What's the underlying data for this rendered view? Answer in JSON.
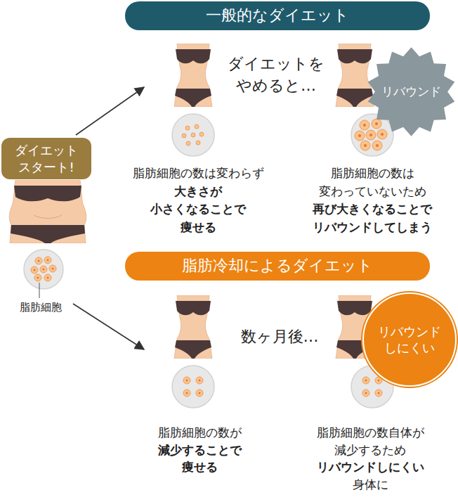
{
  "diagram": {
    "nodes": [
      {
        "text": [
          "一般的なダイエット"
        ]
      },
      {
        "text": [
          "リバウンド"
        ]
      },
      {
        "text": [
          "ダイエット スタート!"
        ]
      },
      {
        "text": [
          "脂肪冷却によるダイエット"
        ]
      },
      {
        "text": [
          "リバウンド しにくい"
        ]
      }
    ],
    "labels": [
      "ダイエットを やめると…",
      "脂肪細胞の数は変わらず 大きさが 小さくなることで 痩せる",
      "脂肪細胞の数は 変わっていないため 再び大きくなることで リバウンドしてしまう",
      "脂肪細胞",
      "数ヶ月後…",
      "脂肪細胞の数が 減少することで 痩せる",
      "脂肪細胞の数自体が 減少するため リバウンドしにくい 身体に"
    ]
  }
}
